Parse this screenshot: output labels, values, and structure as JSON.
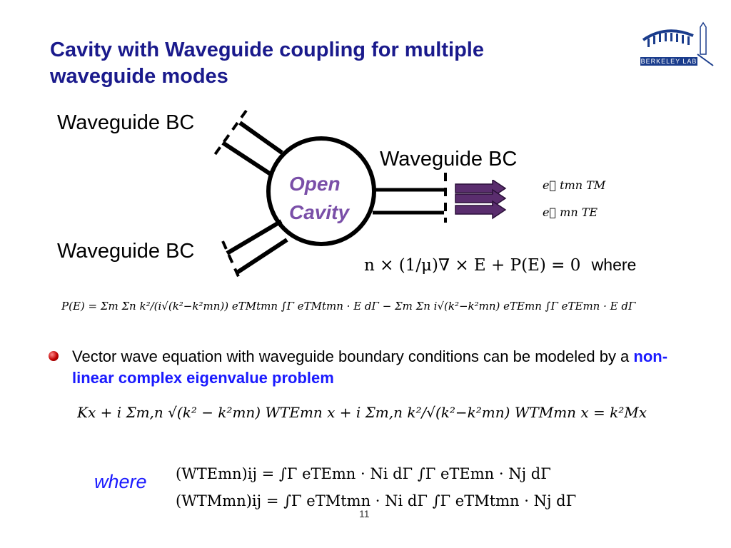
{
  "slide": {
    "title": "Cavity with Waveguide coupling for multiple waveguide modes",
    "logo_text": "Berkeley Lab",
    "diagram": {
      "wg_label_top_left": "Waveguide BC",
      "wg_label_right": "Waveguide BC",
      "wg_label_bottom_left": "Waveguide BC",
      "cavity_line1": "Open",
      "cavity_line2": "Cavity",
      "mode_tm": "e⃗ tmn TM",
      "mode_te": "e⃗ mn TE"
    },
    "equation1": "n × (1/μ)∇ × E + P(E) = 0",
    "equation1_where": "where",
    "equation2": "P(E) = Σm Σn k²/(i√(k²−k²mn)) eTMtmn ∫Γ eTMtmn · E dΓ − Σm Σn i√(k²−k²mn) eTEmn ∫Γ eTEmn · E dΓ",
    "bullet": {
      "text_before": "Vector wave equation with waveguide boundary conditions can be modeled by a ",
      "highlight": "non-linear complex eigenvalue problem"
    },
    "equation3": "Kx + i Σm,n √(k² − k²mn) WTEmn x + i Σm,n k²/√(k²−k²mn) WTMmn x = k²Mx",
    "where_label": "where",
    "equation4": "(WTEmn)ij = ∫Γ eTEmn · Ni dΓ ∫Γ eTEmn · Nj dΓ",
    "equation5": "(WTMmn)ij = ∫Γ eTMtmn · Ni dΓ ∫Γ eTMtmn · Nj dΓ",
    "page_number": "11"
  },
  "colors": {
    "title": "#1a1a8c",
    "cavity_label": "#7a4fa8",
    "highlight": "#1a1aff",
    "arrow": "#5a2d6e"
  }
}
